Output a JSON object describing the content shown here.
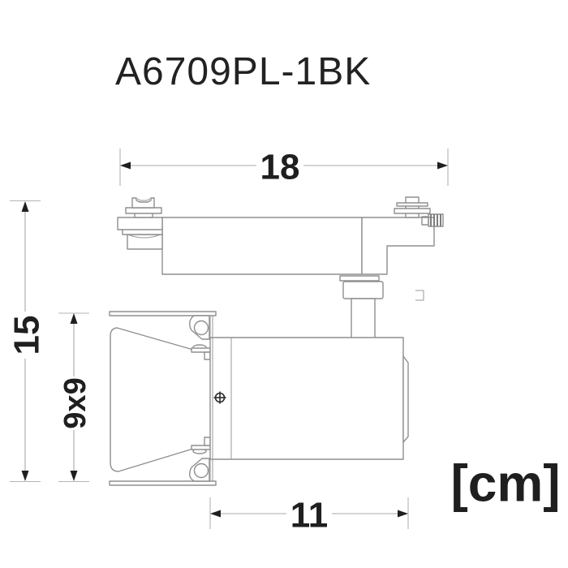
{
  "page": {
    "background": "#ffffff"
  },
  "drawing": {
    "title": "A6709PL-1BK",
    "unit_label": "[cm]",
    "dimensions": {
      "total_width_cm": "18",
      "total_height_cm": "15",
      "cutout_size_cm": "9x9",
      "body_width_cm": "11"
    },
    "colors": {
      "outline_line": "#8f8f8f",
      "dimension_line": "#a8a8a8",
      "extension_line": "#b5b5b5",
      "text": "#1f1f1f"
    }
  }
}
